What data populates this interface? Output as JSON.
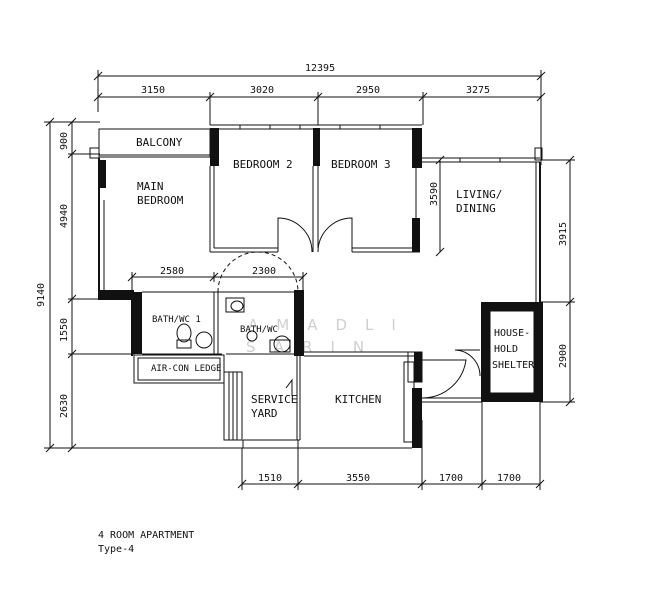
{
  "plan": {
    "overall_width": "12395",
    "overall_depth": "9140",
    "top_dims": [
      "3150",
      "3020",
      "2950",
      "3275"
    ],
    "left_dims": [
      "900",
      "4940",
      "1550",
      "2630"
    ],
    "right_dims": [
      "3590",
      "3915",
      "2900"
    ],
    "inner_dims": [
      "2580",
      "2300"
    ],
    "bottom_dims": [
      "1510",
      "3550",
      "1700",
      "1700"
    ],
    "rooms": {
      "balcony": "BALCONY",
      "main_bedroom_line1": "MAIN",
      "main_bedroom_line2": "BEDROOM",
      "bedroom2": "BEDROOM 2",
      "bedroom3": "BEDROOM 3",
      "living_line1": "LIVING/",
      "living_line2": "DINING",
      "bath1": "BATH/WC 1",
      "bath2": "BATH/WC",
      "aircon": "AIR-CON LEDGE",
      "service_line1": "SERVICE",
      "service_line2": "YARD",
      "kitchen": "KITCHEN",
      "shelter_line1": "HOUSE-",
      "shelter_line2": "HOLD",
      "shelter_line3": "SHELTER"
    },
    "watermark_line1": "AMADLI",
    "watermark_line2": "SARIN"
  },
  "caption": {
    "title": "4 ROOM APARTMENT",
    "subtitle": "Type-4"
  }
}
